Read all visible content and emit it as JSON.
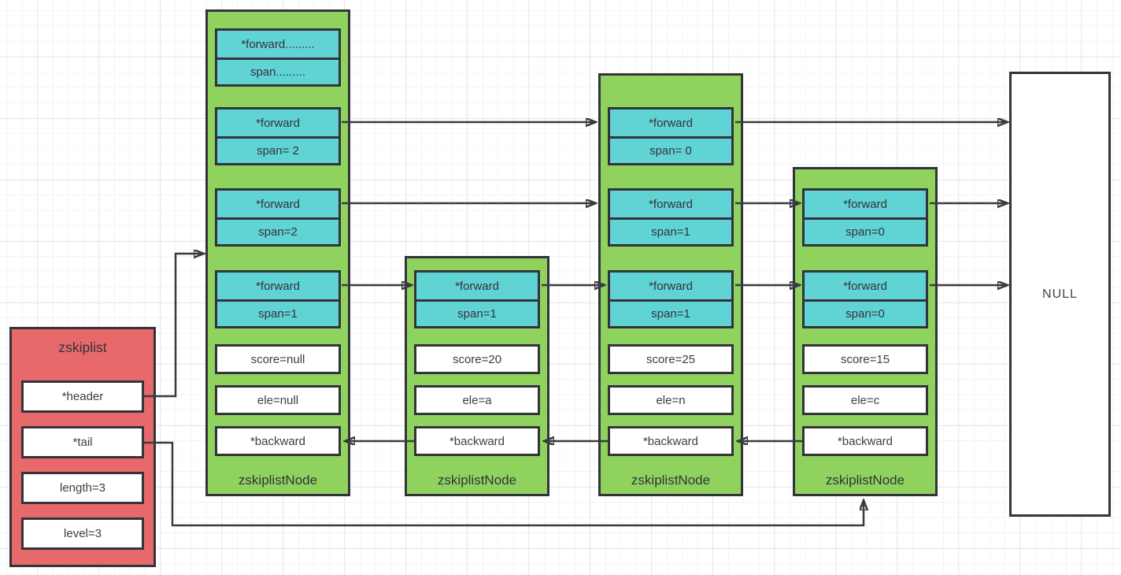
{
  "zskiplist": {
    "title": "zskiplist",
    "header": "*header",
    "tail": "*tail",
    "length": "length=3",
    "level": "level=3"
  },
  "nodes": [
    {
      "label": "zskiplistNode",
      "levels": [
        {
          "forward": "*forward.........",
          "span": "span........."
        },
        {
          "forward": "*forward",
          "span": "span= 2"
        },
        {
          "forward": "*forward",
          "span": "span=2"
        },
        {
          "forward": "*forward",
          "span": "span=1"
        }
      ],
      "score": "score=null",
      "ele": "ele=null",
      "backward": "*backward"
    },
    {
      "label": "zskiplistNode",
      "levels": [
        {
          "forward": "*forward",
          "span": "span=1"
        }
      ],
      "score": "score=20",
      "ele": "ele=a",
      "backward": "*backward"
    },
    {
      "label": "zskiplistNode",
      "levels": [
        {
          "forward": "*forward",
          "span": "span= 0"
        },
        {
          "forward": "*forward",
          "span": "span=1"
        },
        {
          "forward": "*forward",
          "span": "span=1"
        }
      ],
      "score": "score=25",
      "ele": "ele=n",
      "backward": "*backward"
    },
    {
      "label": "zskiplistNode",
      "levels": [
        {
          "forward": "*forward",
          "span": "span=0"
        },
        {
          "forward": "*forward",
          "span": "span=0"
        }
      ],
      "score": "score=15",
      "ele": "ele=c",
      "backward": "*backward"
    }
  ],
  "null_box": {
    "label": "NULL"
  },
  "colors": {
    "zskiplist_fill": "#e8696b",
    "node_fill": "#8fd35e",
    "pointer_fill": "#60d4d4",
    "cell_fill": "#ffffff",
    "border": "#33333b",
    "arrow": "#3b3b3f"
  }
}
